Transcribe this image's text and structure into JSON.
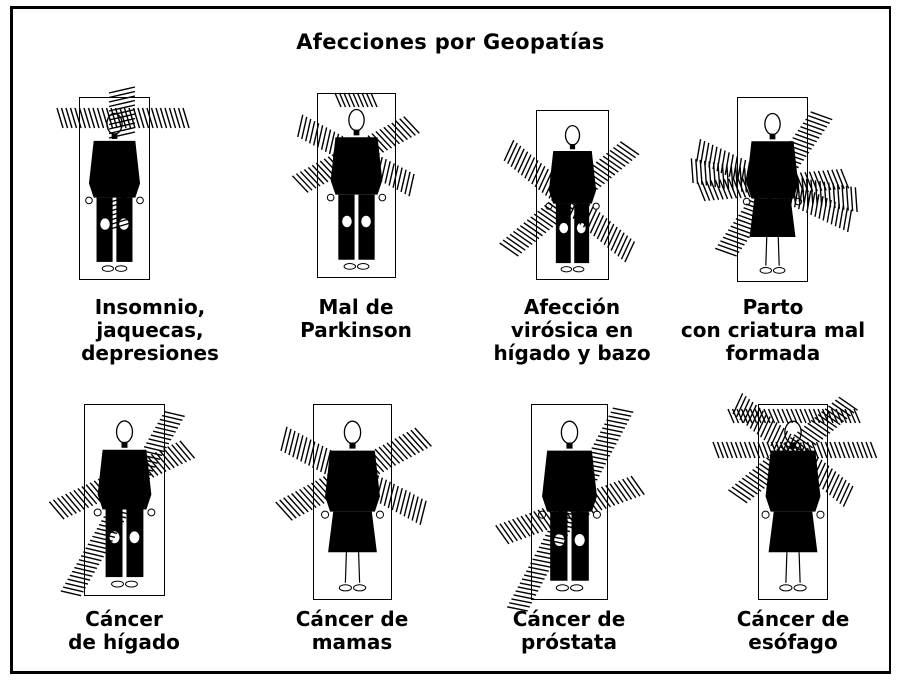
{
  "title": "Afecciones por Geopatías",
  "panels": [
    {
      "caption": [
        "Insomnio,",
        "jaquecas,",
        "depresiones"
      ],
      "figure": "man-figure",
      "hatch": "crossing-hatch-marks"
    },
    {
      "caption": [
        "Mal de",
        "Parkinson"
      ],
      "figure": "man-figure",
      "hatch": "crossing-hatch-marks"
    },
    {
      "caption": [
        "Afección",
        "virósica en",
        "hígado y bazo"
      ],
      "figure": "man-figure",
      "hatch": "crossing-hatch-marks"
    },
    {
      "caption": [
        "Parto",
        "con criatura mal",
        "formada"
      ],
      "figure": "woman-figure",
      "hatch": "crossing-hatch-marks"
    },
    {
      "caption": [
        "Cáncer",
        "de hígado"
      ],
      "figure": "man-figure",
      "hatch": "crossing-hatch-marks"
    },
    {
      "caption": [
        "Cáncer de",
        "mamas"
      ],
      "figure": "woman-figure",
      "hatch": "crossing-hatch-marks"
    },
    {
      "caption": [
        "Cáncer de",
        "próstata"
      ],
      "figure": "man-figure",
      "hatch": "crossing-hatch-marks"
    },
    {
      "caption": [
        "Cáncer de",
        "esófago"
      ],
      "figure": "woman-figure",
      "hatch": "crossing-hatch-marks"
    }
  ]
}
